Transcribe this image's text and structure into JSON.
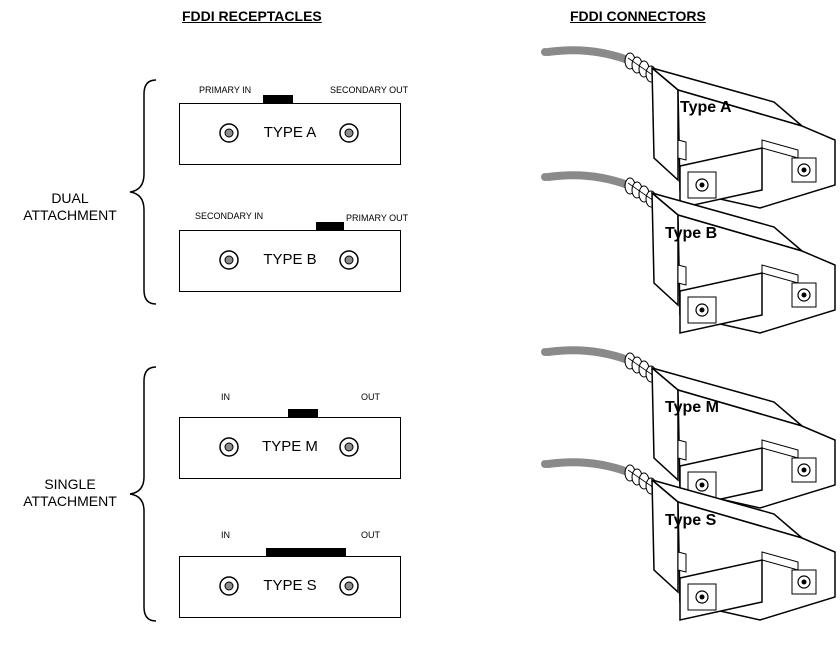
{
  "headings": {
    "receptacles": "FDDI RECEPTACLES",
    "connectors": "FDDI CONNECTORS"
  },
  "groups": {
    "dual": [
      "DUAL",
      "ATTACHMENT"
    ],
    "single": [
      "SINGLE",
      "ATTACHMENT"
    ]
  },
  "receptacles": [
    {
      "type": "TYPE A",
      "left_label": "PRIMARY IN",
      "right_label": "SECONDARY OUT"
    },
    {
      "type": "TYPE B",
      "left_label": "SECONDARY IN",
      "right_label": "PRIMARY OUT"
    },
    {
      "type": "TYPE M",
      "left_label": "IN",
      "right_label": "OUT"
    },
    {
      "type": "TYPE S",
      "left_label": "IN",
      "right_label": "OUT"
    }
  ],
  "connectors": [
    "Type A",
    "Type B",
    "Type M",
    "Type S"
  ],
  "colors": {
    "line": "#000000",
    "cable": "#8a8a8a",
    "port_fill": "#8c8c8c",
    "background": "#ffffff"
  }
}
